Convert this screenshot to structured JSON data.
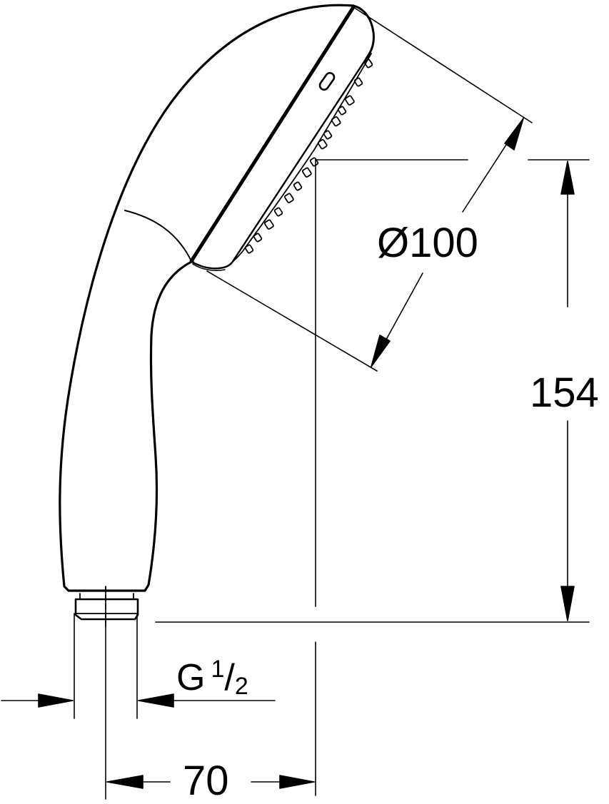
{
  "drawing": {
    "subject": "Hand shower technical dimension drawing",
    "units": "mm",
    "line_color": "#000000",
    "background": "#ffffff"
  },
  "dimensions": {
    "diameter": {
      "label": "Ø100",
      "value": 100,
      "kind": "diameter of spray face"
    },
    "height": {
      "label": "154",
      "value": 154,
      "kind": "vertical height"
    },
    "width": {
      "label": "70",
      "value": 70,
      "kind": "horizontal offset"
    },
    "thread": {
      "prefix": "G",
      "numerator": "1",
      "slash": "/",
      "denominator": "2",
      "kind": "connection thread"
    }
  }
}
